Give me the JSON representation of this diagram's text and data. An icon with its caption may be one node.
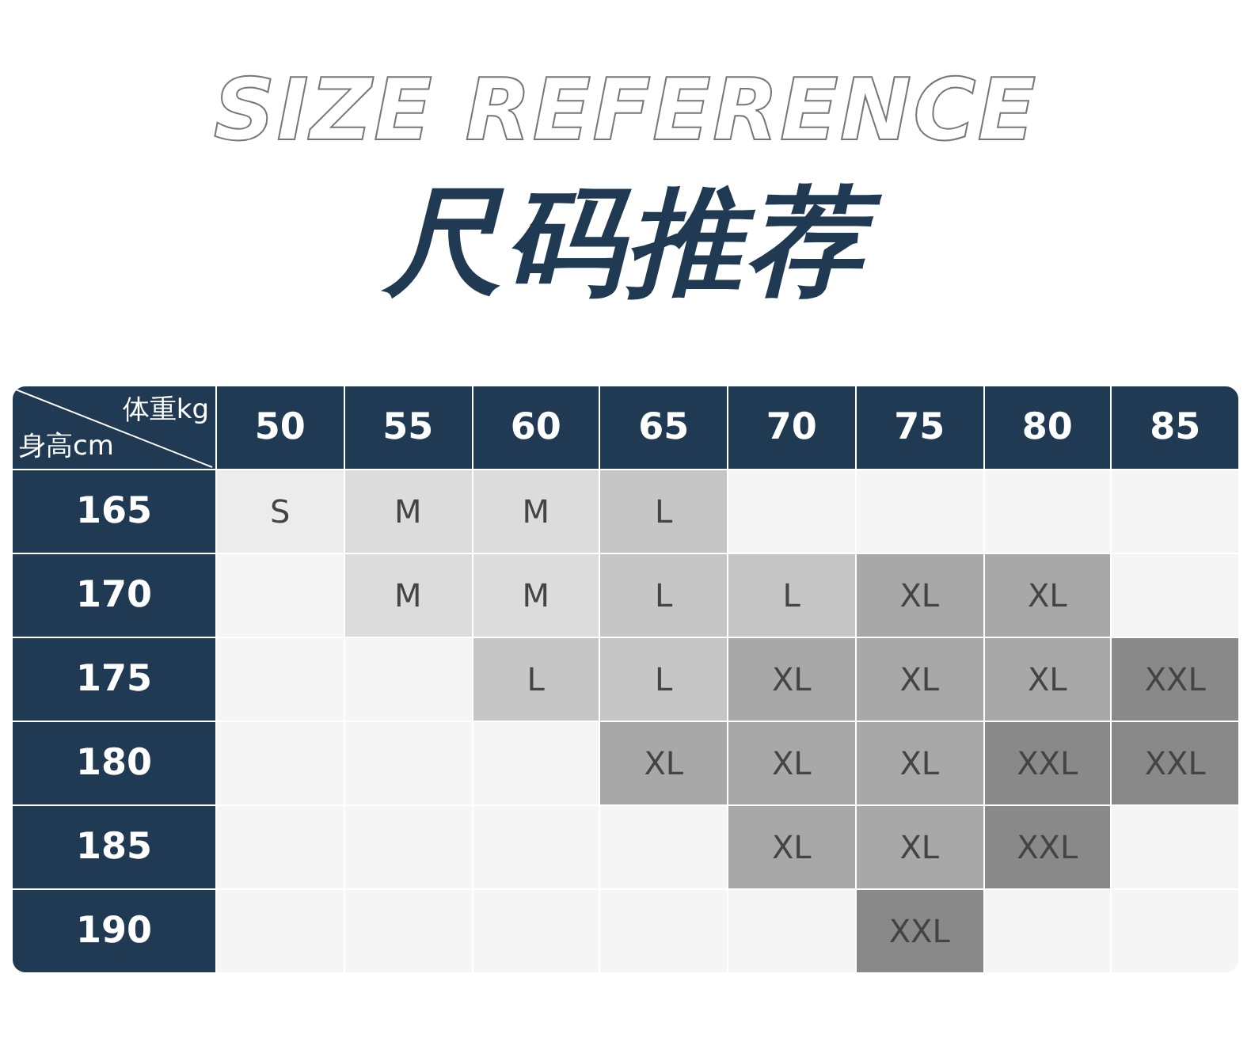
{
  "diagram": {
    "title": "尺码推荐",
    "labels": [
      "SIZE REFERENCE",
      "体重kg",
      "身高cm",
      "50",
      "55",
      "60",
      "65",
      "70",
      "75",
      "80",
      "85",
      "165",
      "S",
      "M",
      "M",
      "L",
      "170",
      "M",
      "M",
      "L",
      "L",
      "XL",
      "XL",
      "175",
      "L",
      "L",
      "XL",
      "XL",
      "XL",
      "XXL",
      "180",
      "XL",
      "XL",
      "XL",
      "XXL",
      "XXL",
      "185",
      "XL",
      "XL",
      "XXL",
      "190",
      "XXL"
    ]
  }
}
